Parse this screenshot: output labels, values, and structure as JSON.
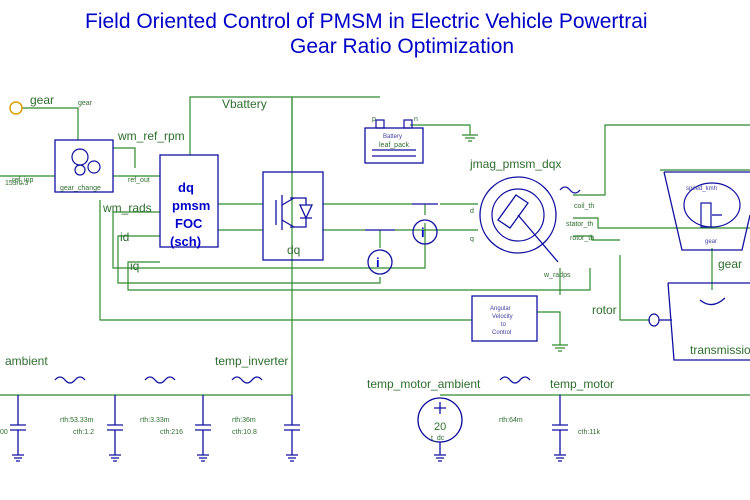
{
  "title": {
    "line1": "Field Oriented Control of PMSM in Electric Vehicle Powertrai",
    "line2": "Gear Ratio Optimization"
  },
  "labels": {
    "gear_top": "gear",
    "gear_small": "gear",
    "ref_inp": "ref_inp",
    "ref_out": "ref_out",
    "gear_change": "gear_change",
    "ratio": "159/0.3",
    "wm_ref_rpm": "wm_ref_rpm",
    "wm_rads": "wm_rads",
    "id": "id",
    "iq": "iq",
    "vbattery": "Vbattery",
    "battery_p": "p",
    "battery_n": "n",
    "battery_name": "Battery",
    "leaf_pack": "leaf_pack",
    "foc_l1": "dq",
    "foc_l2": "pmsm",
    "foc_l3": "FOC",
    "foc_l4": "(sch)",
    "inverter_dq": "dq",
    "ammeter": "i",
    "jmag": "jmag_pmsm_dqx",
    "d_pin": "d",
    "q_pin": "q",
    "coil_th": "coil_th",
    "stator_th": "stator_th",
    "rotor_th": "rotor_th",
    "w_radps": "w_radps",
    "ang_l1": "Angular",
    "ang_l2": "Velocity",
    "ang_l3": "to",
    "ang_l4": "Control",
    "rotor": "rotor",
    "speed_kmh": "speed_kmh",
    "gear_right": "gear",
    "gear_below": "gear",
    "transmission": "transmissio",
    "ambient": "ambient",
    "temp_inverter": "temp_inverter",
    "temp_motor_ambient": "temp_motor_ambient",
    "temp_motor": "temp_motor",
    "rth1": "rth:53.33m",
    "cth1": "cth:1.2",
    "rth2": "rth:3.33m",
    "cth2": "cth:216",
    "rth3": "rth:36m",
    "cth3": "cth:10.8",
    "cth0": "00",
    "rth4": "rth:64m",
    "cth4": "cth:11k",
    "src_val": "20",
    "src_type": "t_dc"
  },
  "colors": {
    "title": "#0000c8",
    "wire": "#2e8b2e",
    "component": "#1010a0",
    "label": "#2e6e2e"
  }
}
